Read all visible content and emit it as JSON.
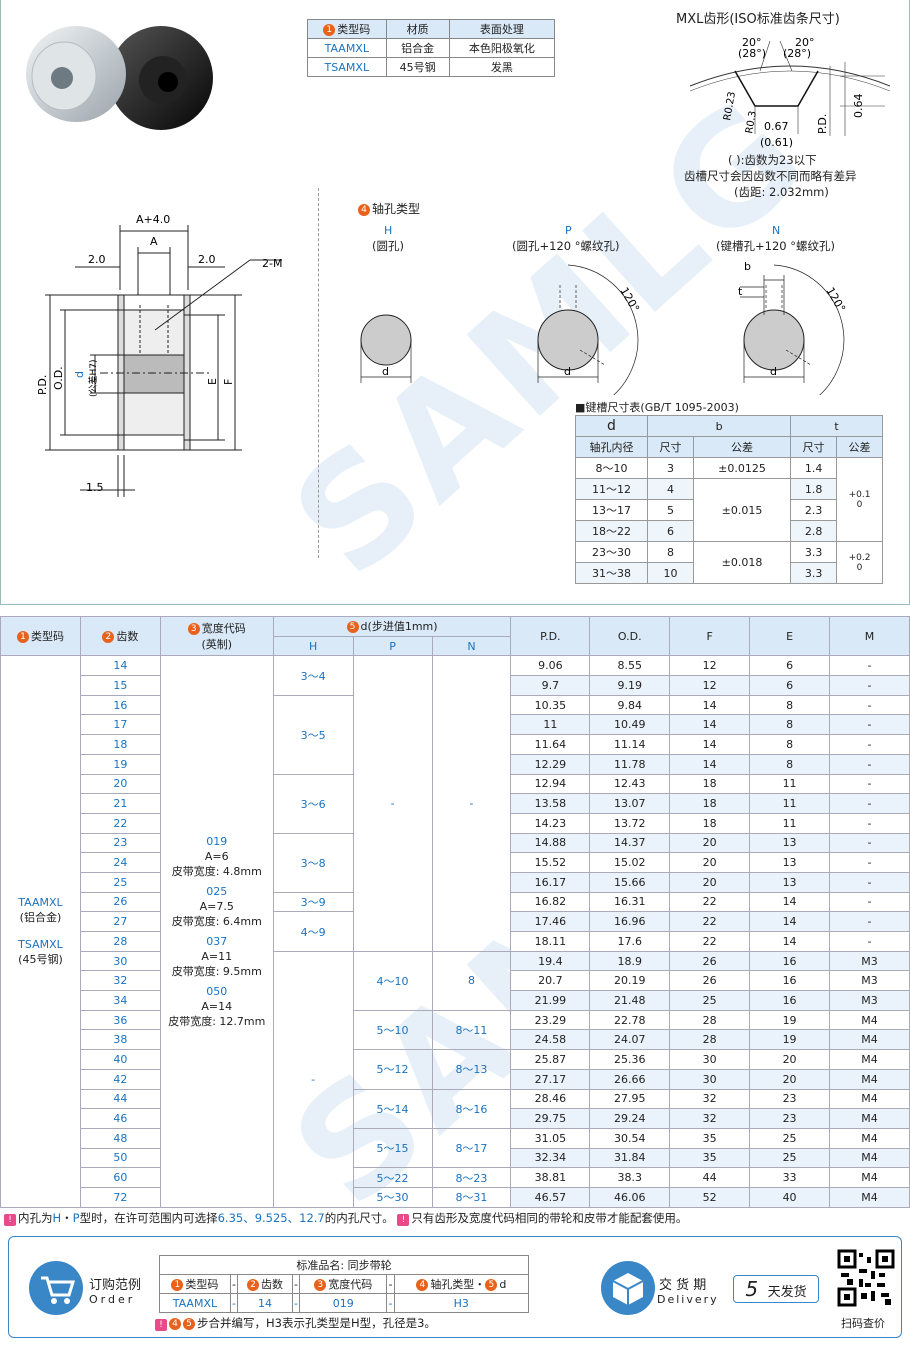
{
  "material_table": {
    "headers": [
      "类型码",
      "材质",
      "表面处理"
    ],
    "rows": [
      [
        "TAAMXL",
        "铝合金",
        "本色阳极氧化"
      ],
      [
        "TSAMXL",
        "45号钢",
        "发黑"
      ]
    ]
  },
  "tooth_profile": {
    "title": "MXL齿形(ISO标准齿条尺寸)",
    "angle_a": "20°",
    "angle_a2": "(28°)",
    "angle_b": "20°",
    "angle_b2": "(28°)",
    "r1": "R0.23",
    "r2": "R0.3",
    "d1": "0.67",
    "d2": "(0.61)",
    "d3": "0.64",
    "pd": "P.D.",
    "note1": "( ):齿数为23以下",
    "note2": "齿槽尺寸会因齿数不同而略有差异",
    "note3": "(齿距: 2.032mm)"
  },
  "drawing": {
    "a4": "A+4.0",
    "a": "A",
    "d20l": "2.0",
    "d20r": "2.0",
    "m": "2-M",
    "pd": "P.D.",
    "od": "O.D.",
    "d": "d",
    "tol": "(公差H7)",
    "e": "E",
    "f": "F",
    "d15": "1.5"
  },
  "bore": {
    "title": "轴孔类型",
    "h": "H",
    "h_desc": "(圆孔)",
    "p": "P",
    "p_desc": "(圆孔+120 °螺纹孔)",
    "n": "N",
    "n_desc": "(键槽孔+120 °螺纹孔)",
    "angle": "120°",
    "d": "d",
    "b": "b",
    "t": "t"
  },
  "key_table": {
    "title": "键槽尺寸表(GB/T 1095-2003)",
    "h_d": "d",
    "h_d2": "轴孔内径",
    "h_b": "b",
    "h_t": "t",
    "h_size": "尺寸",
    "h_tol": "公差",
    "h_size2": "尺寸",
    "h_tol2": "公差",
    "rows": [
      [
        "8～10",
        "3",
        "±0.0125",
        "1.4"
      ],
      [
        "11～12",
        "4",
        "",
        "1.8"
      ],
      [
        "13～17",
        "5",
        "±0.015",
        "2.3"
      ],
      [
        "18～22",
        "6",
        "",
        "2.8"
      ],
      [
        "23～30",
        "8",
        "",
        "3.3"
      ],
      [
        "31～38",
        "10",
        "±0.018",
        "3.3"
      ]
    ],
    "t_tol1": "+0.1\n0",
    "t_tol2": "+0.2\n0"
  },
  "main_table": {
    "h_type": "类型码",
    "h_teeth": "齿数",
    "h_width": "宽度代码",
    "h_width2": "(英制)",
    "h_d": "d(步进值1mm)",
    "h_H": "H",
    "h_P": "P",
    "h_N": "N",
    "h_pd": "P.D.",
    "h_od": "O.D.",
    "h_f": "F",
    "h_e": "E",
    "h_m": "M",
    "type1": "TAAMXL",
    "type1b": "(铝合金)",
    "type2": "TSAMXL",
    "type2b": "(45号钢)",
    "widths": [
      [
        "019",
        "A=6",
        "皮带宽度: 4.8mm"
      ],
      [
        "025",
        "A=7.5",
        "皮带宽度: 6.4mm"
      ],
      [
        "037",
        "A=11",
        "皮带宽度: 9.5mm"
      ],
      [
        "050",
        "A=14",
        "皮带宽度: 12.7mm"
      ]
    ],
    "dash": "-",
    "h_ranges": [
      "3～4",
      "3～5",
      "3～6",
      "3～8",
      "3～9",
      "4～9"
    ],
    "pn_ranges": [
      [
        "4～10",
        "8"
      ],
      [
        "5～10",
        "8～11"
      ],
      [
        "5～12",
        "8～13"
      ],
      [
        "5～14",
        "8～16"
      ],
      [
        "5～15",
        "8～17"
      ],
      [
        "5～22",
        "8～23"
      ],
      [
        "5～30",
        "8～31"
      ]
    ],
    "rows": [
      [
        "14",
        "9.06",
        "8.55",
        "12",
        "6",
        "-"
      ],
      [
        "15",
        "9.7",
        "9.19",
        "12",
        "6",
        "-"
      ],
      [
        "16",
        "10.35",
        "9.84",
        "14",
        "8",
        "-"
      ],
      [
        "17",
        "11",
        "10.49",
        "14",
        "8",
        "-"
      ],
      [
        "18",
        "11.64",
        "11.14",
        "14",
        "8",
        "-"
      ],
      [
        "19",
        "12.29",
        "11.78",
        "14",
        "8",
        "-"
      ],
      [
        "20",
        "12.94",
        "12.43",
        "18",
        "11",
        "-"
      ],
      [
        "21",
        "13.58",
        "13.07",
        "18",
        "11",
        "-"
      ],
      [
        "22",
        "14.23",
        "13.72",
        "18",
        "11",
        "-"
      ],
      [
        "23",
        "14.88",
        "14.37",
        "20",
        "13",
        "-"
      ],
      [
        "24",
        "15.52",
        "15.02",
        "20",
        "13",
        "-"
      ],
      [
        "25",
        "16.17",
        "15.66",
        "20",
        "13",
        "-"
      ],
      [
        "26",
        "16.82",
        "16.31",
        "22",
        "14",
        "-"
      ],
      [
        "27",
        "17.46",
        "16.96",
        "22",
        "14",
        "-"
      ],
      [
        "28",
        "18.11",
        "17.6",
        "22",
        "14",
        "-"
      ],
      [
        "30",
        "19.4",
        "18.9",
        "26",
        "16",
        "M3"
      ],
      [
        "32",
        "20.7",
        "20.19",
        "26",
        "16",
        "M3"
      ],
      [
        "34",
        "21.99",
        "21.48",
        "25",
        "16",
        "M3"
      ],
      [
        "36",
        "23.29",
        "22.78",
        "28",
        "19",
        "M4"
      ],
      [
        "38",
        "24.58",
        "24.07",
        "28",
        "19",
        "M4"
      ],
      [
        "40",
        "25.87",
        "25.36",
        "30",
        "20",
        "M4"
      ],
      [
        "42",
        "27.17",
        "26.66",
        "30",
        "20",
        "M4"
      ],
      [
        "44",
        "28.46",
        "27.95",
        "32",
        "23",
        "M4"
      ],
      [
        "46",
        "29.75",
        "29.24",
        "32",
        "23",
        "M4"
      ],
      [
        "48",
        "31.05",
        "30.54",
        "35",
        "25",
        "M4"
      ],
      [
        "50",
        "32.34",
        "31.84",
        "35",
        "25",
        "M4"
      ],
      [
        "60",
        "38.81",
        "38.3",
        "44",
        "33",
        "M4"
      ],
      [
        "72",
        "46.57",
        "46.06",
        "52",
        "40",
        "M4"
      ]
    ]
  },
  "notes": {
    "n1a": "内孔为",
    "n1b": "H",
    "n1c": "・",
    "n1d": "P",
    "n1e": "型时，在许可范围内可选择",
    "n1f": "6.35、9.525、12.7",
    "n1g": "的内孔尺寸。",
    "n2": "只有齿形及宽度代码相同的带轮和皮带才能配套使用。"
  },
  "order": {
    "label": "订购范例",
    "label_en": "Order",
    "product": "标准品名: 同步带轮",
    "h1": "类型码",
    "h2": "齿数",
    "h3": "宽度代码",
    "h4": "轴孔类型・",
    "h5": "d",
    "v1": "TAAMXL",
    "v2": "14",
    "v3": "019",
    "v4": "H3",
    "dash": "-",
    "note": "步合并编写，H3表示孔类型是H型，孔径是3。",
    "delivery_label": "交 货 期",
    "delivery_en": "Delivery",
    "days": "5",
    "days_label": "天发货",
    "qr_label": "扫码查价"
  },
  "watermark": "SAMLG"
}
